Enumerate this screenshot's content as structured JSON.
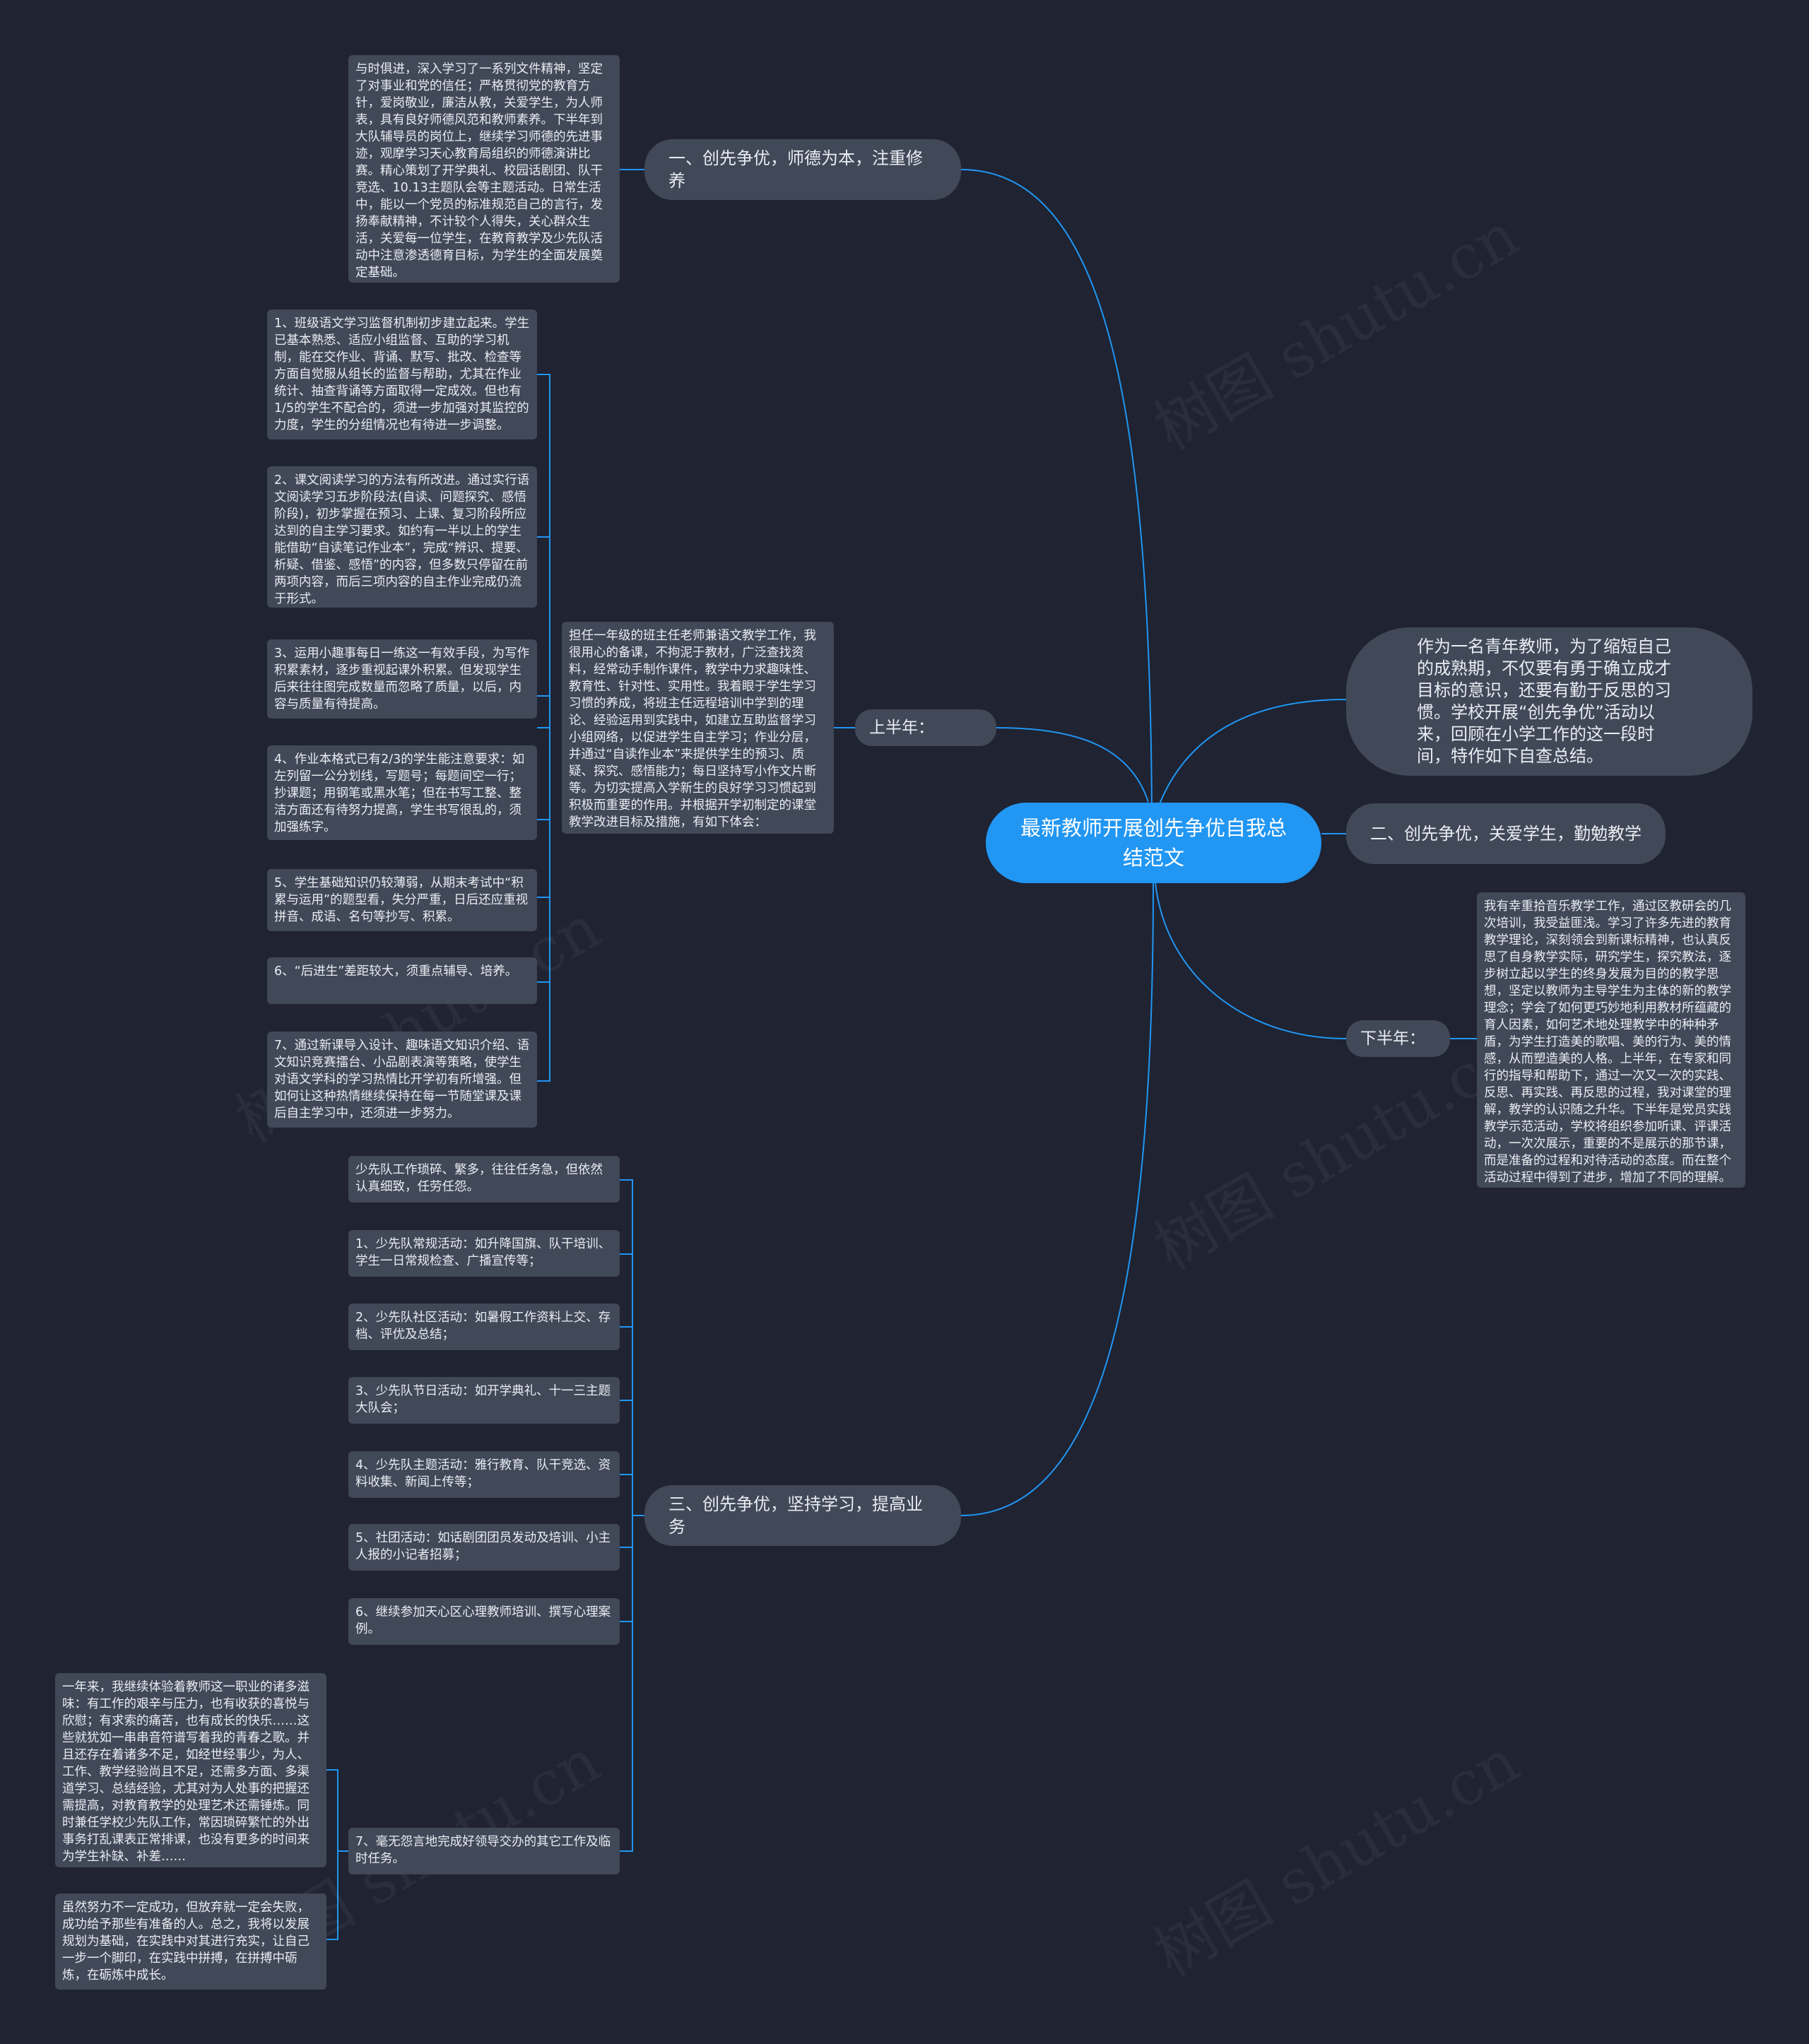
{
  "root": {
    "title": "最新教师开展创先争优自我总结范文"
  },
  "colors": {
    "background": "#1f2332",
    "node": "#414858",
    "root": "#2196f3",
    "line": "#2196f3"
  },
  "intro": {
    "text": "作为一名青年教师，为了缩短自己的成熟期，不仅要有勇于确立成才目标的意识，还要有勤于反思的习惯。学校开展“创先争优”活动以来，回顾在小学工作的这一段时间，特作如下自查总结。"
  },
  "branch1": {
    "title": "一、创先争优，师德为本，注重修养",
    "detail": "与时俱进，深入学习了一系列文件精神，坚定了对事业和党的信任；严格贯彻党的教育方针，爱岗敬业，廉洁从教，关爱学生，为人师表，具有良好师德风范和教师素养。下半年到大队辅导员的岗位上，继续学习师德的先进事迹，观摩学习天心教育局组织的师德演讲比赛。精心策划了开学典礼、校园话剧团、队干竞选、10.13主题队会等主题活动。日常生活中，能以一个党员的标准规范自己的言行，发扬奉献精神，不计较个人得失，关心群众生活，关爱每一位学生，在教育教学及少先队活动中注意渗透德育目标，为学生的全面发展奠定基础。"
  },
  "first_half": {
    "label": "上半年：",
    "summary": "担任一年级的班主任老师兼语文教学工作，我很用心的备课，不拘泥于教材，广泛查找资料，经常动手制作课件，教学中力求趣味性、教育性、针对性、实用性。我着眼于学生学习习惯的养成，将班主任远程培训中学到的理论、经验运用到实践中，如建立互助监督学习小组网络，以促进学生自主学习；作业分层，并通过“自读作业本”来提供学生的预习、质疑、探究、感悟能力；每日坚持写小作文片断等。为切实提高入学新生的良好学习习惯起到积极而重要的作用。并根据开学初制定的课堂教学改进目标及措施，有如下体会：",
    "items": [
      "1、班级语文学习监督机制初步建立起来。学生已基本熟悉、适应小组监督、互助的学习机制，能在交作业、背诵、默写、批改、检查等方面自觉服从组长的监督与帮助，尤其在作业统计、抽查背诵等方面取得一定成效。但也有1/5的学生不配合的，须进一步加强对其监控的力度，学生的分组情况也有待进一步调整。",
      "2、课文阅读学习的方法有所改进。通过实行语文阅读学习五步阶段法(自读、问题探究、感悟阶段)，初步掌握在预习、上课、复习阶段所应达到的自主学习要求。如约有一半以上的学生能借助“自读笔记作业本”，完成“辨识、提要、析疑、借鉴、感悟”的内容，但多数只停留在前两项内容，而后三项内容的自主作业完成仍流于形式。",
      "3、运用小趣事每日一练这一有效手段，为写作积累素材，逐步重视起课外积累。但发现学生后来往往图完成数量而忽略了质量，以后，内容与质量有待提高。",
      "4、作业本格式已有2/3的学生能注意要求：如左列留一公分划线，写题号；每题间空一行；抄课题；用钢笔或黑水笔；但在书写工整、整洁方面还有待努力提高，学生书写很乱的，须加强练字。",
      "5、学生基础知识仍较薄弱，从期末考试中“积累与运用”的题型看，失分严重，日后还应重视拼音、成语、名句等抄写、积累。",
      "6、“后进生”差距较大，须重点辅导、培养。",
      "7、通过新课导入设计、趣味语文知识介绍、语文知识竞赛擂台、小品剧表演等策略，使学生对语文学科的学习热情比开学初有所增强。但如何让这种热情继续保持在每一节随堂课及课后自主学习中，还须进一步努力。"
    ]
  },
  "branch2": {
    "title": "二、创先争优，关爱学生，勤勉教学"
  },
  "second_half": {
    "label": "下半年：",
    "summary": "我有幸重拾音乐教学工作，通过区教研会的几次培训，我受益匪浅。学习了许多先进的教育教学理论，深刻领会到新课标精神，也认真反思了自身教学实际，研究学生，探究教法，逐步树立起以学生的终身发展为目的的教学思想，坚定以教师为主导学生为主体的新的教学理念；学会了如何更巧妙地利用教材所蕴藏的育人因素，如何艺术地处理教学中的种种矛盾，为学生打造美的歌唱、美的行为、美的情感，从而塑造美的人格。上半年，在专家和同行的指导和帮助下，通过一次又一次的实践、反思、再实践、再反思的过程，我对课堂的理解，教学的认识随之升华。下半年是党员实践教学示范活动，学校将组织参加听课、评课活动，一次次展示，重要的不是展示的那节课，而是准备的过程和对待活动的态度。而在整个活动过程中得到了进步，增加了不同的理解。"
  },
  "branch3": {
    "title": "三、创先争优，坚持学习，提高业务",
    "items": [
      "少先队工作琐碎、繁多，往往任务急，但依然认真细致，任劳任怨。",
      "1、少先队常规活动：如升降国旗、队干培训、学生一日常规检查、广播宣传等；",
      "2、少先队社区活动：如暑假工作资料上交、存档、评优及总结；",
      "3、少先队节日活动：如开学典礼、十一三主题大队会；",
      "4、少先队主题活动：雅行教育、队干竞选、资料收集、新闻上传等；",
      "5、社团活动：如话剧团团员发动及培训、小主人报的小记者招募；",
      "6、继续参加天心区心理教师培训、撰写心理案例。",
      "7、毫无怨言地完成好领导交办的其它工作及临时任务。"
    ],
    "sub7": [
      "一年来，我继续体验着教师这一职业的诸多滋味：有工作的艰辛与压力，也有收获的喜悦与欣慰；有求索的痛苦，也有成长的快乐……这些就犹如一串串音符谱写着我的青春之歌。并且还存在着诸多不足，如经世经事少，为人、工作、教学经验尚且不足，还需多方面、多渠道学习、总结经验，尤其对为人处事的把握还需提高，对教育教学的处理艺术还需锤炼。同时兼任学校少先队工作，常因琐碎繁忙的外出事务打乱课表正常排课，也没有更多的时间来为学生补缺、补差……",
      "虽然努力不一定成功，但放弃就一定会失败，成功给予那些有准备的人。总之，我将以发展规划为基础，在实践中对其进行充实，让自己一步一个脚印，在实践中拼搏，在拼搏中砺炼，在砺炼中成长。"
    ]
  }
}
